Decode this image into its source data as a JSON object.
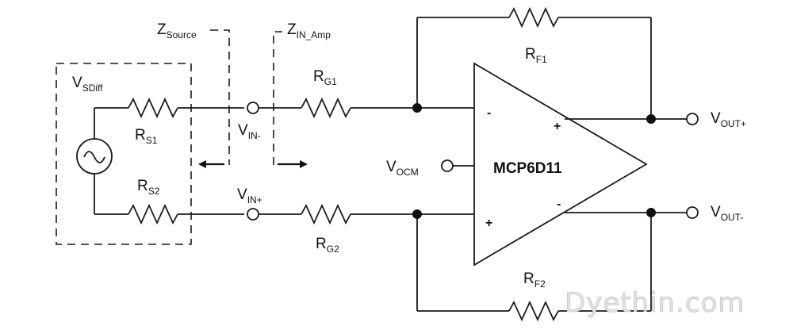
{
  "labels": {
    "z_source": {
      "main": "Z",
      "sub": "Source"
    },
    "z_in_amp": {
      "main": "Z",
      "sub": "IN_Amp"
    },
    "v_sdiff": {
      "main": "V",
      "sub": "SDiff"
    },
    "r_s1": {
      "main": "R",
      "sub": "S1"
    },
    "r_s2": {
      "main": "R",
      "sub": "S2"
    },
    "r_g1": {
      "main": "R",
      "sub": "G1"
    },
    "r_g2": {
      "main": "R",
      "sub": "G2"
    },
    "r_f1": {
      "main": "R",
      "sub": "F1"
    },
    "r_f2": {
      "main": "R",
      "sub": "F2"
    },
    "v_in_minus": {
      "main": "V",
      "sub": "IN-"
    },
    "v_in_plus": {
      "main": "V",
      "sub": "IN+"
    },
    "v_ocm": {
      "main": "V",
      "sub": "OCM"
    },
    "v_out_plus": {
      "main": "V",
      "sub": "OUT+"
    },
    "v_out_minus": {
      "main": "V",
      "sub": "OUT-"
    }
  },
  "amplifier": {
    "name": "MCP6D11",
    "input_minus_sign": "-",
    "input_plus_sign": "+",
    "output_plus_sign": "+",
    "output_minus_sign": "-"
  },
  "watermark": "Dyethin.com"
}
